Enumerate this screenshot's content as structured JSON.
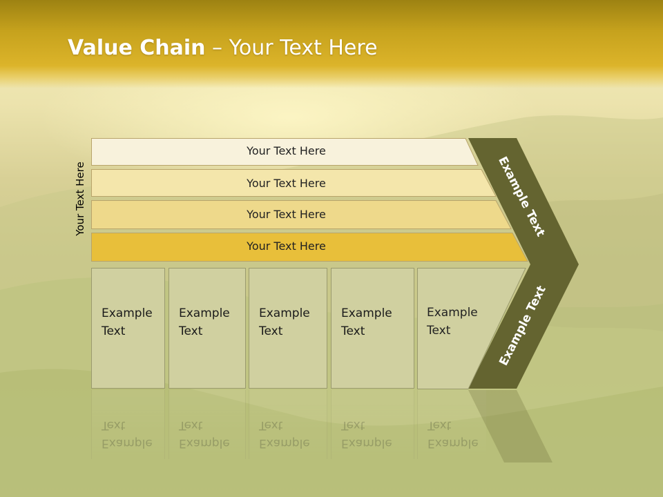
{
  "slide": {
    "title_bold": "Value Chain",
    "title_rest": " – Your Text Here",
    "vertical_label": "Your Text Here",
    "bars": [
      {
        "label": "Your Text Here",
        "fill": "#f8f2dc"
      },
      {
        "label": "Your Text Here",
        "fill": "#f4e6ab"
      },
      {
        "label": "Your Text Here",
        "fill": "#eed98b"
      },
      {
        "label": "Your Text Here",
        "fill": "#e8bf3a"
      }
    ],
    "columns": [
      {
        "label": "Example\nText"
      },
      {
        "label": "Example\nText"
      },
      {
        "label": "Example\nText"
      },
      {
        "label": "Example\nText"
      },
      {
        "label": "Example\nText"
      }
    ],
    "chevron_upper_text": "Example Text",
    "chevron_lower_text": "Example Text",
    "colors": {
      "title_band": "#d6ae24",
      "chevron": "#646430",
      "columns": "#d0d0a0"
    }
  }
}
